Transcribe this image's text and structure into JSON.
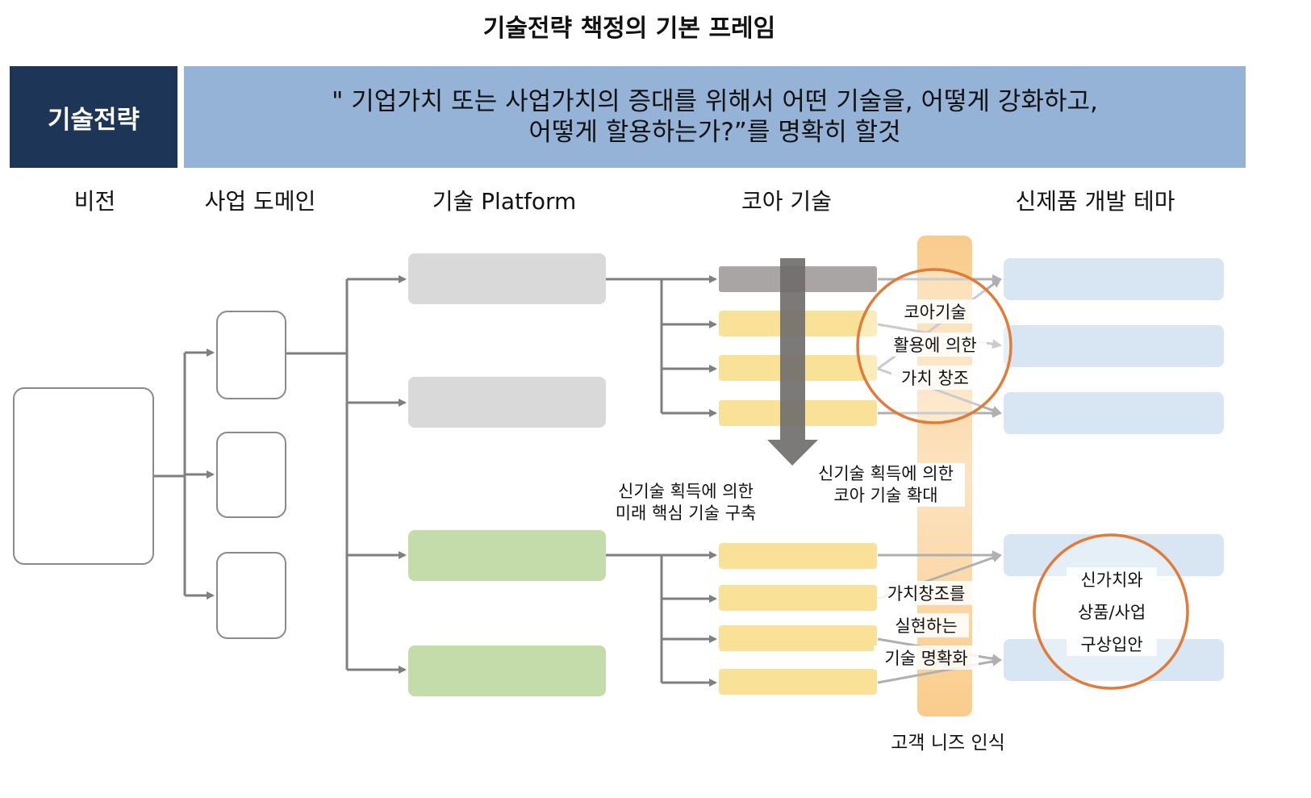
{
  "title": "기술전략 책정의 기본 프레임",
  "strategy": {
    "label": "기술전략",
    "statement_line1": "\" 기업가치 또는 사업가치의 증대를 위해서 어떤 기술을, 어떻게 강화하고,",
    "statement_line2": "어떻게 할용하는가?”를 명확히 할것"
  },
  "columns": {
    "vision": "비전",
    "domain": "사업 도메인",
    "platform": "기술 Platform",
    "core": "코아 기술",
    "theme": "신제품 개발 테마"
  },
  "notes": {
    "future_core": [
      "신기술 획득에 의한",
      "미래 핵심 기술 구축"
    ],
    "core_expand": [
      "신기술 획득에 의한",
      "코아 기술 확대"
    ],
    "customer_needs": "고객 니즈 인식",
    "circle1": [
      "코아기술",
      "활용에 의한",
      "가치 창조"
    ],
    "circle2": [
      "가치창조를",
      "실현하는",
      "기술 명확화"
    ],
    "circle3": [
      "신가치와",
      "상품/사업",
      "구상입안"
    ]
  },
  "colors": {
    "navy": "#1d3557",
    "banner": "#95b3d7",
    "gray": "#d9d9d9",
    "green": "#c3dca9",
    "yellow": "#f9e297",
    "blue": "#d8e6f3",
    "orange": "#e07b39",
    "arrow": "#7f7f7f"
  }
}
